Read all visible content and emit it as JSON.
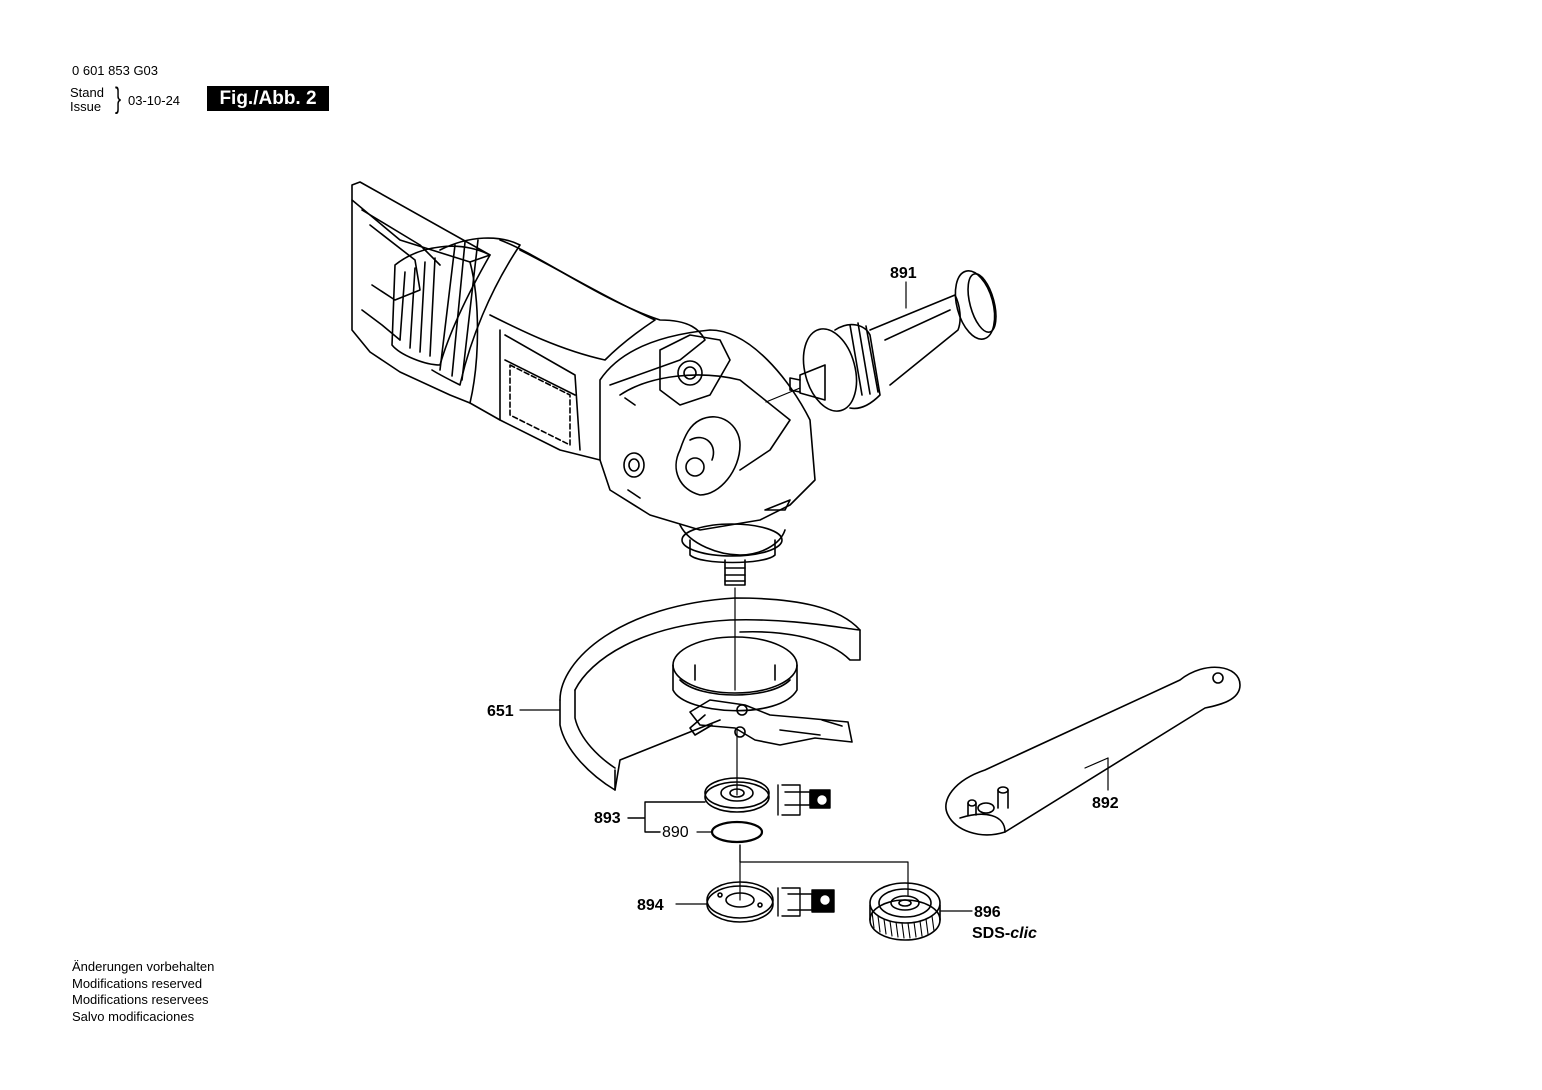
{
  "header": {
    "part_number": "0 601 853 G03",
    "stand_label": "Stand",
    "issue_label": "Issue",
    "date": "03-10-24",
    "figure_label": "Fig./Abb. 2"
  },
  "parts": {
    "p891": "891",
    "p651": "651",
    "p892": "892",
    "p893": "893",
    "p890": "890",
    "p894": "894",
    "p896": "896",
    "sds_prefix": "SDS-",
    "sds_suffix": "clic"
  },
  "footer": {
    "lines": [
      "Änderungen vorbehalten",
      "Modifications reserved",
      "Modifications reservees",
      "Salvo modificaciones"
    ]
  }
}
